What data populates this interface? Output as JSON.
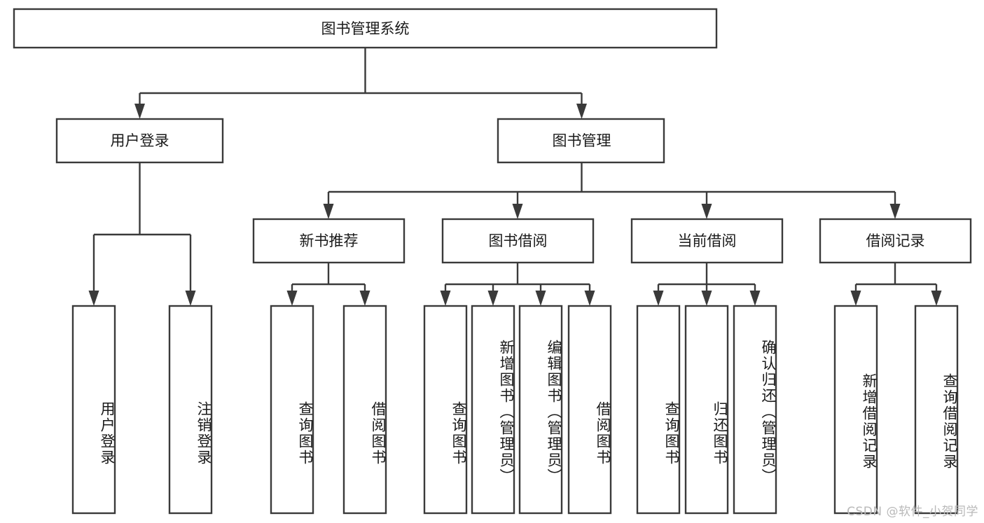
{
  "diagram": {
    "title": "图书管理系统",
    "type": "hierarchy-tree",
    "orientation": "top-down",
    "levels": 4,
    "root": {
      "id": "root",
      "label": "图书管理系统",
      "text_orientation": "horizontal"
    },
    "level2": [
      {
        "id": "user-login",
        "label": "用户登录",
        "text_orientation": "horizontal"
      },
      {
        "id": "book-manage",
        "label": "图书管理",
        "text_orientation": "horizontal"
      }
    ],
    "level3": [
      {
        "id": "new-book-recommend",
        "label": "新书推荐",
        "text_orientation": "horizontal"
      },
      {
        "id": "book-borrow",
        "label": "图书借阅",
        "text_orientation": "horizontal"
      },
      {
        "id": "current-borrow",
        "label": "当前借阅",
        "text_orientation": "horizontal"
      },
      {
        "id": "borrow-record",
        "label": "借阅记录",
        "text_orientation": "horizontal"
      }
    ],
    "leaves": [
      {
        "id": "leaf-user-login",
        "parent": "user-login",
        "label": "用户登录",
        "text_orientation": "vertical"
      },
      {
        "id": "leaf-logout-login",
        "parent": "user-login",
        "label": "注销登录",
        "text_orientation": "vertical"
      },
      {
        "id": "leaf-query-book-1",
        "parent": "new-book-recommend",
        "label": "查询图书",
        "text_orientation": "vertical"
      },
      {
        "id": "leaf-borrow-book-1",
        "parent": "new-book-recommend",
        "label": "借阅图书",
        "text_orientation": "vertical"
      },
      {
        "id": "leaf-query-book-2",
        "parent": "book-borrow",
        "label": "查询图书",
        "text_orientation": "vertical"
      },
      {
        "id": "leaf-add-book",
        "parent": "book-borrow",
        "label": "新增图书（管理员）",
        "text_orientation": "vertical"
      },
      {
        "id": "leaf-edit-book",
        "parent": "book-borrow",
        "label": "编辑图书（管理员）",
        "text_orientation": "vertical"
      },
      {
        "id": "leaf-borrow-book-2",
        "parent": "book-borrow",
        "label": "借阅图书",
        "text_orientation": "vertical"
      },
      {
        "id": "leaf-query-book-3",
        "parent": "current-borrow",
        "label": "查询图书",
        "text_orientation": "vertical"
      },
      {
        "id": "leaf-return-book",
        "parent": "current-borrow",
        "label": "归还图书",
        "text_orientation": "vertical"
      },
      {
        "id": "leaf-confirm-return",
        "parent": "current-borrow",
        "label": "确认归还（管理员）",
        "text_orientation": "vertical"
      },
      {
        "id": "leaf-add-record",
        "parent": "borrow-record",
        "label": "新增借阅记录",
        "text_orientation": "vertical"
      },
      {
        "id": "leaf-query-record",
        "parent": "borrow-record",
        "label": "查询借阅记录",
        "text_orientation": "vertical"
      }
    ]
  },
  "watermark": {
    "text": "CSDN @软件_小贺同学"
  },
  "colors": {
    "box_stroke": "#3a3a3a",
    "box_fill": "#ffffff",
    "connector": "#3a3a3a",
    "text": "#1a1a1a",
    "watermark": "#b9b9b9",
    "background": "#ffffff"
  }
}
